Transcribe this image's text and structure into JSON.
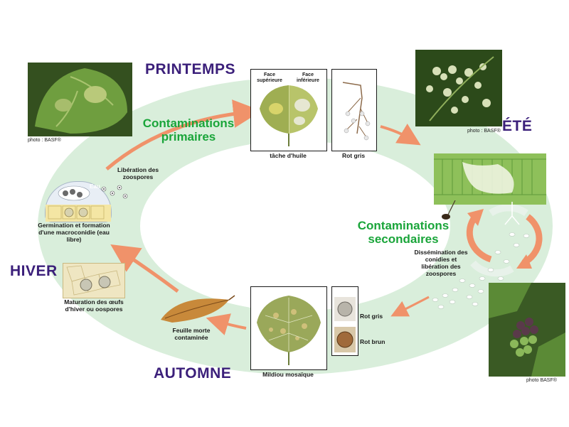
{
  "seasons": {
    "spring": "PRINTEMPS",
    "summer": "ÉTÉ",
    "winter": "HIVER",
    "autumn": "AUTOMNE"
  },
  "phases": {
    "primary_line1": "Contaminations",
    "primary_line2": "primaires",
    "secondary_line1": "Contaminations",
    "secondary_line2": "secondaires"
  },
  "labels": {
    "face_sup": "Face supérieure",
    "face_inf": "Face inférieure",
    "tache_huile": "tâche d'huile",
    "rot_gris_top": "Rot gris",
    "liberation_zoospores": "Libération des zoospores",
    "eau": "Eau",
    "germination": "Germination et formation d'une macroconidie (eau libre)",
    "maturation": "Maturation des œufs d'hiver ou oospores",
    "feuille_morte": "Feuille morte contaminée",
    "mildiou_mosaique": "Mildiou mosaïque",
    "rot_gris_bottom": "Rot gris",
    "rot_brun": "Rot brun",
    "dissemination": "Dissémination des conidies et libération des zoospores"
  },
  "credits": {
    "photo1": "photo : BASF®",
    "photo2": "photo : BASF®",
    "photo3": "photo BASF®"
  },
  "colors": {
    "ring": "#d9eedb",
    "arrow": "#f0926a",
    "season_text": "#3b1f7a",
    "phase_text": "#1aa53a"
  }
}
